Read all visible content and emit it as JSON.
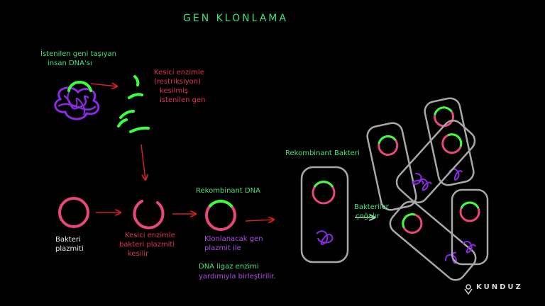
{
  "title": "GEN KLONLAMA",
  "labels": {
    "human_dna_line1": "İstenilen geni taşıyan",
    "human_dna_line2": "insan DNA'sı",
    "cut_gene_line1": "Kesici enzimle",
    "cut_gene_line2": "(restriksiyon)",
    "cut_gene_line3": "kesilmiş",
    "cut_gene_line4": "istenilen gen",
    "plasmid_line1": "Bakteri",
    "plasmid_line2": "plazmiti",
    "cut_plasmid_line1": "Kesici enzimle",
    "cut_plasmid_line2": "bakteri plazmiti",
    "cut_plasmid_line3": "kesilir",
    "recombinant_dna": "Rekombinant DNA",
    "cloning_line1": "Klonlanacak gen",
    "cloning_line2": "plazmit ile",
    "ligase_line1": "DNA ligaz enzimi",
    "ligase_line2": "yardımıyla birleştirilir.",
    "recombinant_bacteria": "Rekombinant Bakteri",
    "multiply_line1": "Bakteriler",
    "multiply_line2": "çoğalır"
  },
  "brand": "KUNDUZ",
  "colors": {
    "background": "#000000",
    "title": "#3ee27a",
    "green_text": "#3ee27a",
    "red_text": "#e0305a",
    "purple_text": "#b04ae8",
    "white_text": "#e8e8e8",
    "plasmid": "#e8477a",
    "gene": "#3cff3c",
    "dna": "#8a2be2",
    "cell": "#a8a8a8",
    "arrow": "#d02020"
  }
}
